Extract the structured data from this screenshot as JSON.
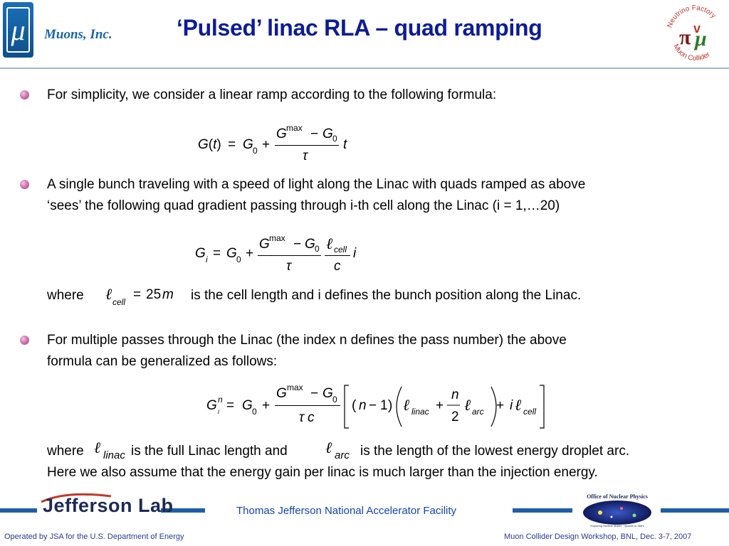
{
  "header": {
    "logo_symbol": "μ",
    "company": "Muons, Inc.",
    "title": "‘Pulsed’ linac RLA – quad ramping",
    "right_logo_text_top": "Neutrino Factory",
    "right_logo_text_bottom": "Muon Collider"
  },
  "bullets": [
    {
      "icon": "bullet-icon",
      "lines": [
        "For simplicity, we consider a linear ramp according to the following formula:"
      ]
    },
    {
      "icon": "bullet-icon",
      "lines": [
        "A single bunch traveling with a speed of light along the Linac with quads ramped as above",
        "‘sees’ the following quad gradient passing through i-th cell along the Linac (i = 1,…20)"
      ]
    },
    {
      "icon": "bullet-icon",
      "lines": [
        "For multiple passes through the Linac (the index n defines the pass number) the above",
        "formula can be generalized as follows:"
      ]
    }
  ],
  "text": {
    "where1_prefix": "where",
    "where1_suffix": "is the cell length and i defines the bunch position along the Linac.",
    "where2_prefix": "where",
    "where2_middle": "is the full Linac length and",
    "where2_suffix": "is the length of the lowest energy droplet arc.",
    "assume_line": "Here we also assume that the energy gain per linac is much larger than the injection energy."
  },
  "formulas": {
    "f1": {
      "lhs_G": "G",
      "lhs_arg": "t",
      "eq": "=",
      "G0": "G",
      "sub0": "0",
      "plus": "+",
      "num_G": "G",
      "sup_max": "max",
      "minus": "−",
      "num_G0": "G",
      "den": "τ",
      "t": "t"
    },
    "f2": {
      "lhs_G": "G",
      "sub_i": "i",
      "eq": "=",
      "G0": "G",
      "sub0": "0",
      "plus": "+",
      "num_G": "G",
      "sup_max": "max",
      "minus": "−",
      "num_G0": "G",
      "ell": "ℓ",
      "sub_cell": "cell",
      "den_tau": "τ",
      "den_c": "c",
      "i": "i"
    },
    "f3": {
      "ell": "ℓ",
      "sub_cell": "cell",
      "eq": "=",
      "val": "25",
      "unit": "m"
    },
    "f4": {
      "lhs_G": "G",
      "sup_n": "n",
      "sub_i": "i",
      "eq": "=",
      "G0": "G",
      "sub0": "0",
      "plus": "+",
      "num_G": "G",
      "sup_max": "max",
      "minus": "−",
      "num_G0": "G",
      "den_tau": "τ",
      "den_c": "c",
      "n": "n",
      "one": "1",
      "ell": "ℓ",
      "sub_linac": "linac",
      "frac_n": "n",
      "frac_2": "2",
      "sub_arc": "arc",
      "i": "i",
      "sub_cell": "cell"
    },
    "f5": {
      "ell": "ℓ",
      "sub_linac": "linac"
    },
    "f6": {
      "ell": "ℓ",
      "sub_arc": "arc"
    }
  },
  "footer": {
    "lab_name": "Jefferson Lab",
    "facility": "Thomas Jefferson National Accelerator Facility",
    "left": "Operated by JSA for the U.S. Department of Energy",
    "right": "Muon Collider Design Workshop, BNL, Dec. 3-7, 2007",
    "onp_top": "Office of Nuclear Physics",
    "onp_bottom": "Exploring Nuclear Matter · Quarks to Stars"
  }
}
